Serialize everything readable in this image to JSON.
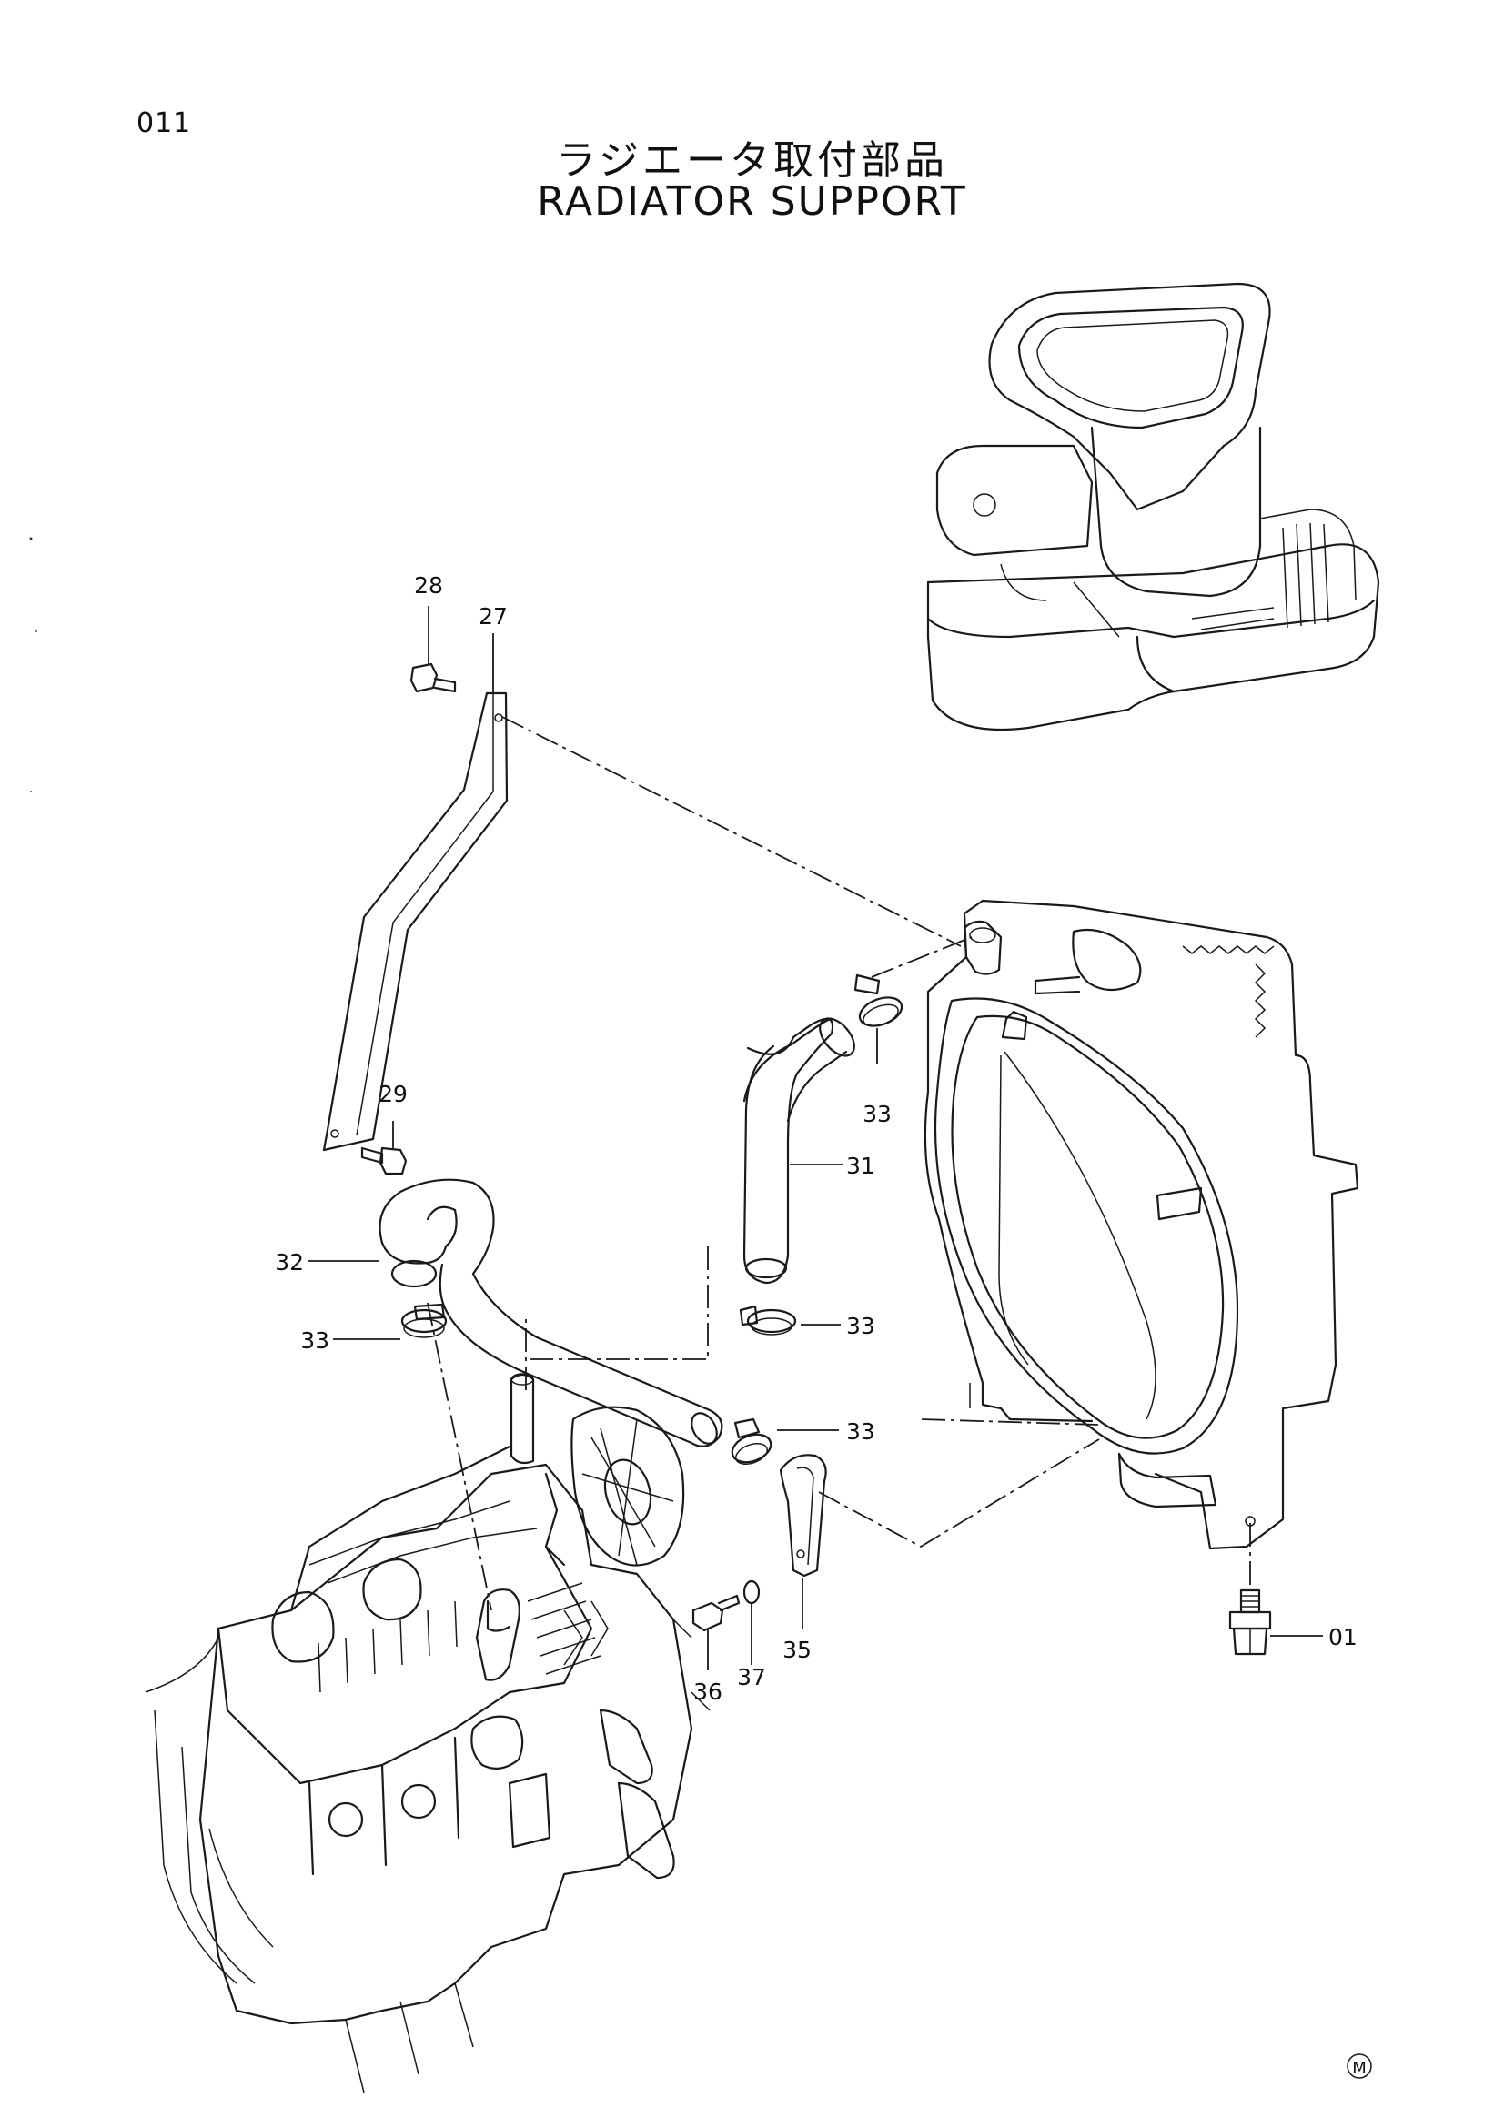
{
  "page": {
    "number": "011",
    "title_jp": "ラジエータ取付部品",
    "title_en": "RADIATOR SUPPORT",
    "mark": "M"
  },
  "callouts": [
    {
      "id": "c28",
      "label": "28"
    },
    {
      "id": "c27",
      "label": "27"
    },
    {
      "id": "c29",
      "label": "29"
    },
    {
      "id": "c33a",
      "label": "33"
    },
    {
      "id": "c31",
      "label": "31"
    },
    {
      "id": "c32",
      "label": "32"
    },
    {
      "id": "c33b",
      "label": "33"
    },
    {
      "id": "c33c",
      "label": "33"
    },
    {
      "id": "c33d",
      "label": "33"
    },
    {
      "id": "c35",
      "label": "35"
    },
    {
      "id": "c36",
      "label": "36"
    },
    {
      "id": "c37",
      "label": "37"
    },
    {
      "id": "c01",
      "label": "01"
    }
  ]
}
